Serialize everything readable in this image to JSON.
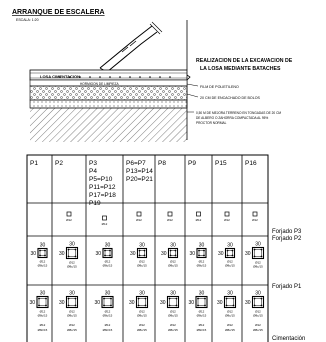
{
  "section": {
    "title": "ARRANQUE DE ESCALERA",
    "subtitle": "ESCALA: 1:20",
    "heading_line1": "REALIZACION DE LA EXCAVACION DE",
    "heading_line2": "LA LOSA MEDIANTE BATACHES",
    "labels": {
      "losa": "LOSA CIMENTACION",
      "film": "FILM DE POLIETILENO",
      "hormigon": "HORMIGON DE LIMPIEZA",
      "encachado": "20 CM DE ENCACHADO DE BOLOS",
      "terreno_line1": "0,50 M DE MEJORA TERRENO EN TONGADAS DE 20 CM",
      "terreno_line2": "DE ALBERO O ZAHORRA COMPACTADA AL 95%",
      "terreno_line3": "PROCTOR NORMAL"
    }
  },
  "table": {
    "columns": [
      "P1",
      "P2",
      "P3",
      "P6=P7",
      "P8",
      "P9",
      "P15",
      "P16"
    ],
    "column_extra": {
      "P3": [
        "P4",
        "P5=P10",
        "P11=P12",
        "P17=P18",
        "P19"
      ],
      "P6=P7": [
        "P13=P14",
        "P20=P21"
      ]
    },
    "rows": [
      "Forjado P3",
      "Forjado P2",
      "Forjado P1",
      "Cimentación"
    ],
    "cell_text": {
      "dim": "30",
      "code": "Ø12",
      "stirrup": "Ø8c/15"
    }
  }
}
